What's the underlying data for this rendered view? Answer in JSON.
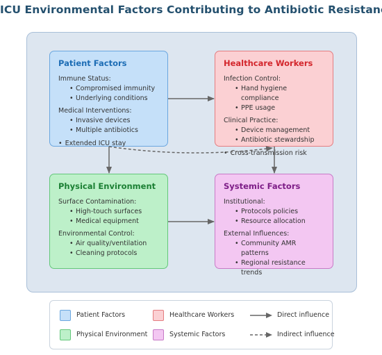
{
  "title": "ICU Environmental Factors Contributing to Antibiotic Resistance",
  "colors": {
    "patient_fill": "#c5e0f9",
    "workers_fill": "#fbd0d3",
    "physical_fill": "#bdf0c9",
    "systemic_fill": "#f3c7f2",
    "arrow": "#666666"
  },
  "boxes": {
    "patient": {
      "title": "Patient Factors",
      "sections": [
        {
          "label": "Immune Status:",
          "items": [
            "Compromised immunity",
            "Underlying conditions"
          ]
        },
        {
          "label": "Medical Interventions:",
          "items": [
            "Invasive devices",
            "Multiple antibiotics"
          ]
        }
      ],
      "extra": "Extended ICU stay"
    },
    "workers": {
      "title": "Healthcare Workers",
      "sections": [
        {
          "label": "Infection Control:",
          "items": [
            "Hand hygiene compliance",
            "PPE usage"
          ]
        },
        {
          "label": "Clinical Practice:",
          "items": [
            "Device management",
            "Antibiotic stewardship"
          ]
        }
      ],
      "extra": "Cross-transmission risk"
    },
    "physical": {
      "title": "Physical Environment",
      "sections": [
        {
          "label": "Surface Contamination:",
          "items": [
            "High-touch surfaces",
            "Medical equipment"
          ]
        },
        {
          "label": "Environmental Control:",
          "items": [
            "Air quality/ventilation",
            "Cleaning protocols"
          ]
        }
      ]
    },
    "systemic": {
      "title": "Systemic Factors",
      "sections": [
        {
          "label": "Institutional:",
          "items": [
            "Protocols policies",
            "Resource allocation"
          ]
        },
        {
          "label": "External Influences:",
          "items": [
            "Community AMR patterns",
            "Regional resistance trends"
          ]
        }
      ]
    }
  },
  "legend": {
    "patient": "Patient Factors",
    "workers": "Healthcare Workers",
    "physical": "Physical Environment",
    "systemic": "Systemic Factors",
    "direct": "Direct influence",
    "indirect": "Indirect influence"
  }
}
